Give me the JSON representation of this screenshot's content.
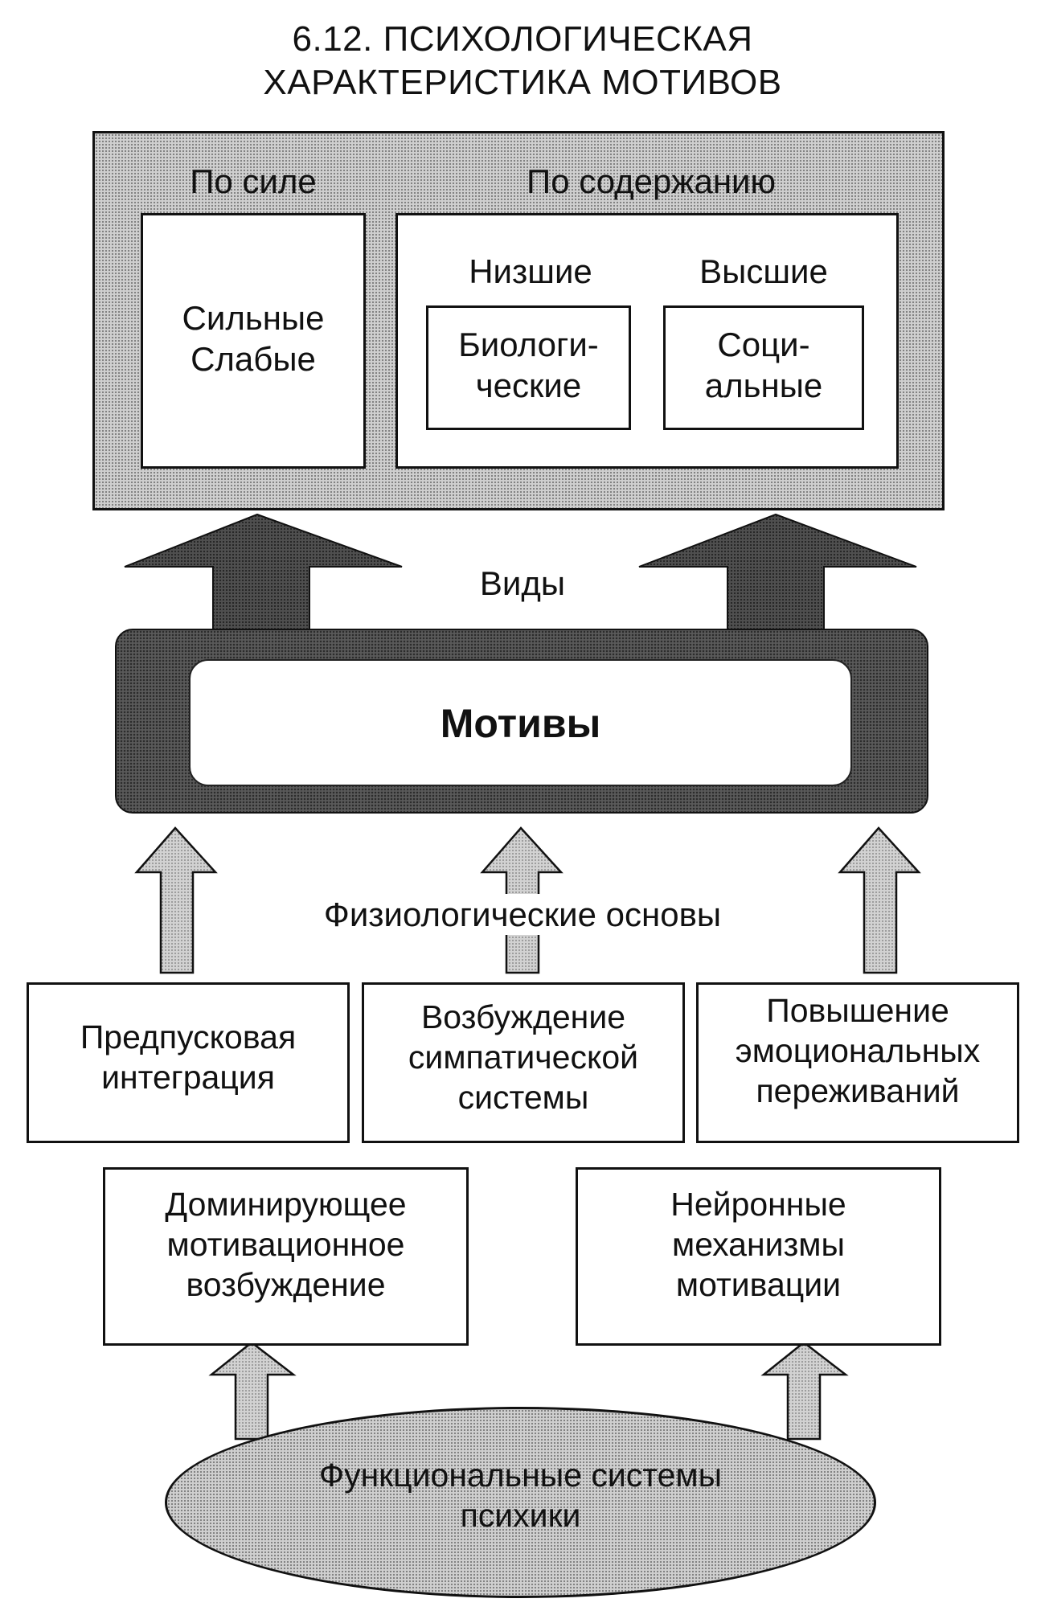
{
  "title": {
    "line1": "6.12. ПСИХОЛОГИЧЕСКАЯ",
    "line2": "ХАРАКТЕРИСТИКА МОТИВОВ"
  },
  "types_panel": {
    "by_strength": {
      "heading": "По силе",
      "line1": "Сильные",
      "line2": "Слабые"
    },
    "by_content": {
      "heading": "По содержанию",
      "lower": {
        "label": "Низшие",
        "line1": "Биологи-",
        "line2": "ческие"
      },
      "higher": {
        "label": "Высшие",
        "line1": "Соци-",
        "line2": "альные"
      }
    }
  },
  "connectors": {
    "kinds_label": "Виды",
    "physiology_label": "Физиологические основы"
  },
  "motives": {
    "label": "Мотивы"
  },
  "physiological_bases": [
    {
      "line1": "Предпусковая",
      "line2": "интеграция"
    },
    {
      "line1": "Возбуждение",
      "line2": "симпатической",
      "line3": "системы"
    },
    {
      "line1": "Повышение",
      "line2": "эмоциональных",
      "line3": "переживаний"
    }
  ],
  "mechanisms": [
    {
      "line1": "Доминирующее",
      "line2": "мотивационное",
      "line3": "возбуждение"
    },
    {
      "line1": "Нейронные",
      "line2": "механизмы",
      "line3": "мотивации"
    }
  ],
  "source": {
    "line1": "Функциональные системы",
    "line2": "психики"
  }
}
